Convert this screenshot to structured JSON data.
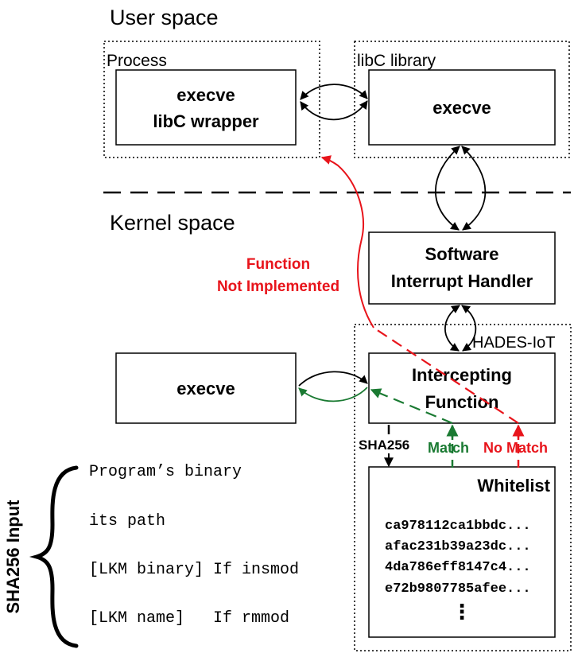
{
  "user_space_label": "User space",
  "kernel_space_label": "Kernel space",
  "process_label": "Process",
  "libc_library_label": "libC library",
  "wrapper_box": {
    "line1": "execve",
    "line2": "libC wrapper"
  },
  "libc_execve_box": "execve",
  "interrupt_handler_box": {
    "line1": "Software",
    "line2": "Interrupt Handler"
  },
  "hades_label": "HADES-IoT",
  "intercepting_box": {
    "line1": "Intercepting",
    "line2": "Function"
  },
  "kernel_execve_box": "execve",
  "function_not_implemented": {
    "line1": "Function",
    "line2": "Not Implemented"
  },
  "sha256_label": "SHA256",
  "match_label": "Match",
  "no_match_label": "No Match",
  "whitelist": {
    "title": "Whitelist",
    "hashes": [
      "ca978112ca1bbdc...",
      "afac231b39a23dc...",
      "4da786eff8147c4...",
      "e72b9807785afee..."
    ],
    "ellipsis": "⋮"
  },
  "sha256_input": {
    "title": "SHA256 Input",
    "items": [
      "Program’s binary",
      "its path",
      "[LKM binary] If insmod",
      "[LKM name]   If rmmod"
    ]
  },
  "colors": {
    "red": "#e8141b",
    "green": "#1a7a32",
    "black": "#000000"
  }
}
